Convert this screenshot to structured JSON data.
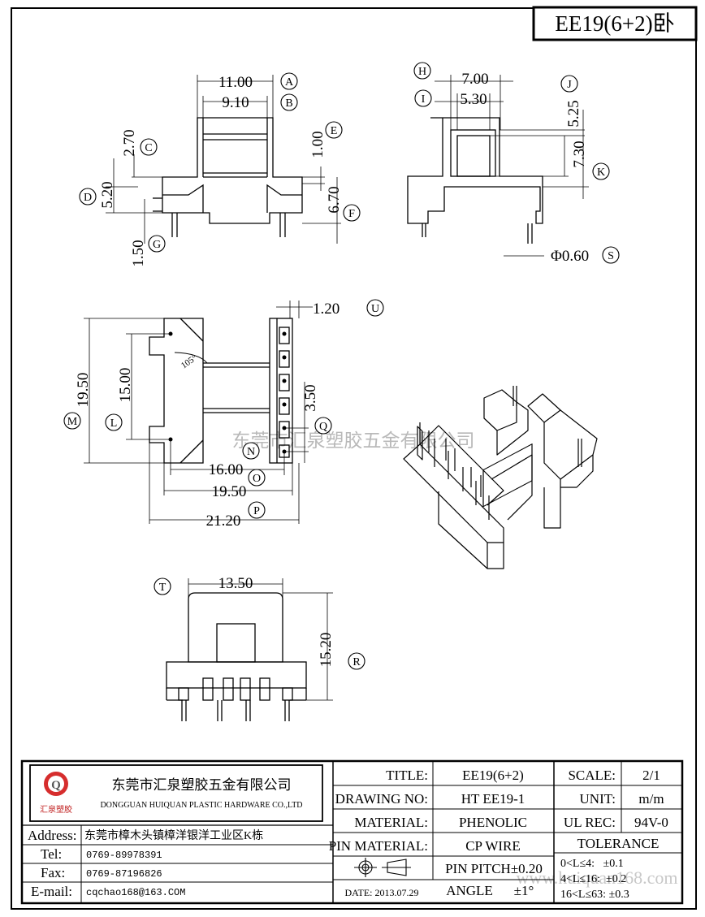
{
  "title_box": "EE19(6+2)卧",
  "watermark_center": "东莞市汇泉塑胶五金有限公司",
  "watermark_bottom": "www.huiquan168.com",
  "dims": {
    "A": "11.00",
    "B": "9.10",
    "C": "2.70",
    "D": "5.20",
    "E": "1.00",
    "F": "6.70",
    "G": "1.50",
    "H": "7.00",
    "I": "5.30",
    "J": "5.25",
    "K": "7.30",
    "S": "Φ0.60",
    "U": "1.20",
    "M": "19.50",
    "L": "15.00",
    "Q": "3.50",
    "N": "16.00",
    "O": "19.50",
    "P": "21.20",
    "T": "13.50",
    "R": "15.20",
    "angle": "105°"
  },
  "markers": [
    "A",
    "B",
    "C",
    "D",
    "E",
    "F",
    "G",
    "H",
    "I",
    "J",
    "K",
    "S",
    "U",
    "M",
    "L",
    "Q",
    "N",
    "O",
    "P",
    "T",
    "R"
  ],
  "company": {
    "name_cn": "东莞市汇泉塑胶五金有限公司",
    "name_en": "DONGGUAN HUIQUAN PLASTIC HARDWARE CO.,LTD",
    "logo_letter": "Q",
    "logo_text": "汇泉塑胶"
  },
  "contact": {
    "address_label": "Address:",
    "address": "东莞市樟木头镇樟洋银洋工业区K栋",
    "tel_label": "Tel:",
    "tel": "0769-89978391",
    "fax_label": "Fax:",
    "fax": "0769-87196826",
    "email_label": "E-mail:",
    "email": "cqchao168@163.COM"
  },
  "spec": {
    "title_label": "TITLE:",
    "title": "EE19(6+2)",
    "drawing_label": "DRAWING NO:",
    "drawing": "HT EE19-1",
    "material_label": "MATERIAL:",
    "material": "PHENOLIC",
    "pin_material_label": "PIN MATERIAL:",
    "pin_material": "CP WIRE",
    "date": "DATE: 2013.07.29",
    "pin_pitch": "PIN PITCH±0.20",
    "angle_label": "ANGLE",
    "angle": "±1°",
    "scale_label": "SCALE:",
    "scale": "2/1",
    "unit_label": "UNIT:",
    "unit": "m/m",
    "ul_label": "UL REC:",
    "ul": "94V-0",
    "tolerance_label": "TOLERANCE",
    "tol1": "0<L≤4:   ±0.1",
    "tol2": "4<L≤16:  ±0.2",
    "tol3": "16<L≤63: ±0.3"
  }
}
